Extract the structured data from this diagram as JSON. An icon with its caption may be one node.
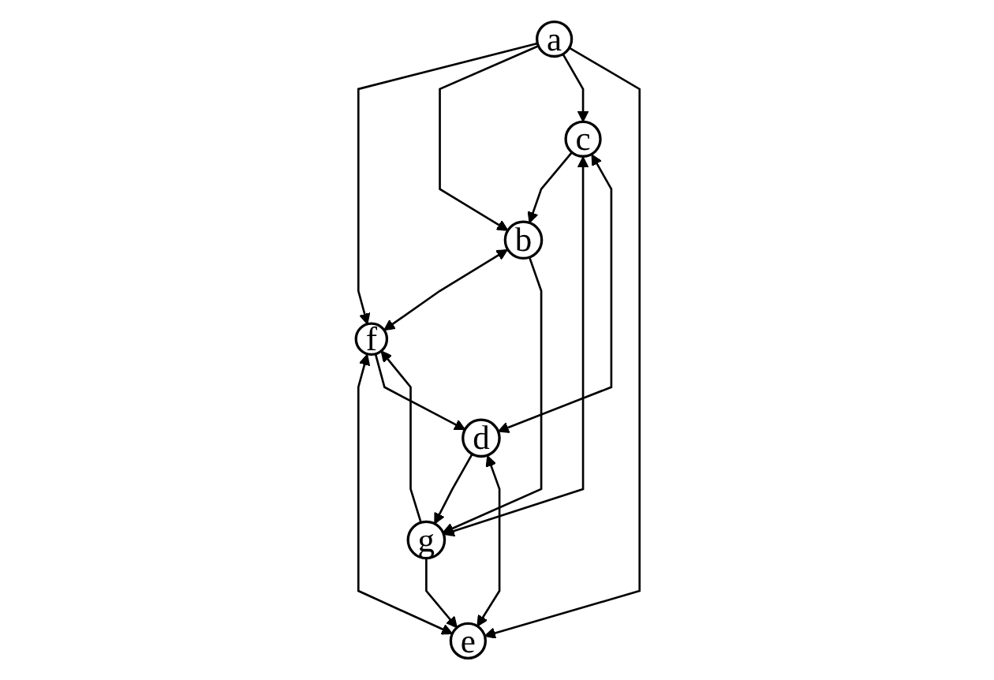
{
  "diagram": {
    "nodes": [
      {
        "text": [
          "a"
        ]
      },
      {
        "text": [
          "f"
        ]
      },
      {
        "text": [
          "b"
        ]
      },
      {
        "text": [
          "g"
        ]
      },
      {
        "text": [
          "e"
        ]
      },
      {
        "text": [
          "c"
        ]
      },
      {
        "text": [
          "d"
        ]
      }
    ],
    "edges": [
      {
        "from": 0,
        "to": 1,
        "arrow": "to"
      },
      {
        "from": 0,
        "to": 2,
        "arrow": "to"
      },
      {
        "from": 0,
        "to": 5,
        "arrow": "to"
      },
      {
        "from": 0,
        "to": 4,
        "arrow": "to"
      },
      {
        "from": 2,
        "to": 1,
        "arrow": "both"
      },
      {
        "from": 1,
        "to": 4,
        "arrow": "both"
      },
      {
        "from": 1,
        "to": 6,
        "arrow": "to"
      },
      {
        "from": 3,
        "to": 1,
        "arrow": "to"
      },
      {
        "from": 2,
        "to": 3,
        "arrow": "to"
      },
      {
        "from": 3,
        "to": 4,
        "arrow": "to"
      },
      {
        "from": 5,
        "to": 2,
        "arrow": "to"
      },
      {
        "from": 5,
        "to": 3,
        "arrow": "both"
      },
      {
        "from": 5,
        "to": 6,
        "arrow": "both"
      },
      {
        "from": 6,
        "to": 3,
        "arrow": "to"
      },
      {
        "from": 6,
        "to": 4,
        "arrow": "both"
      }
    ]
  }
}
